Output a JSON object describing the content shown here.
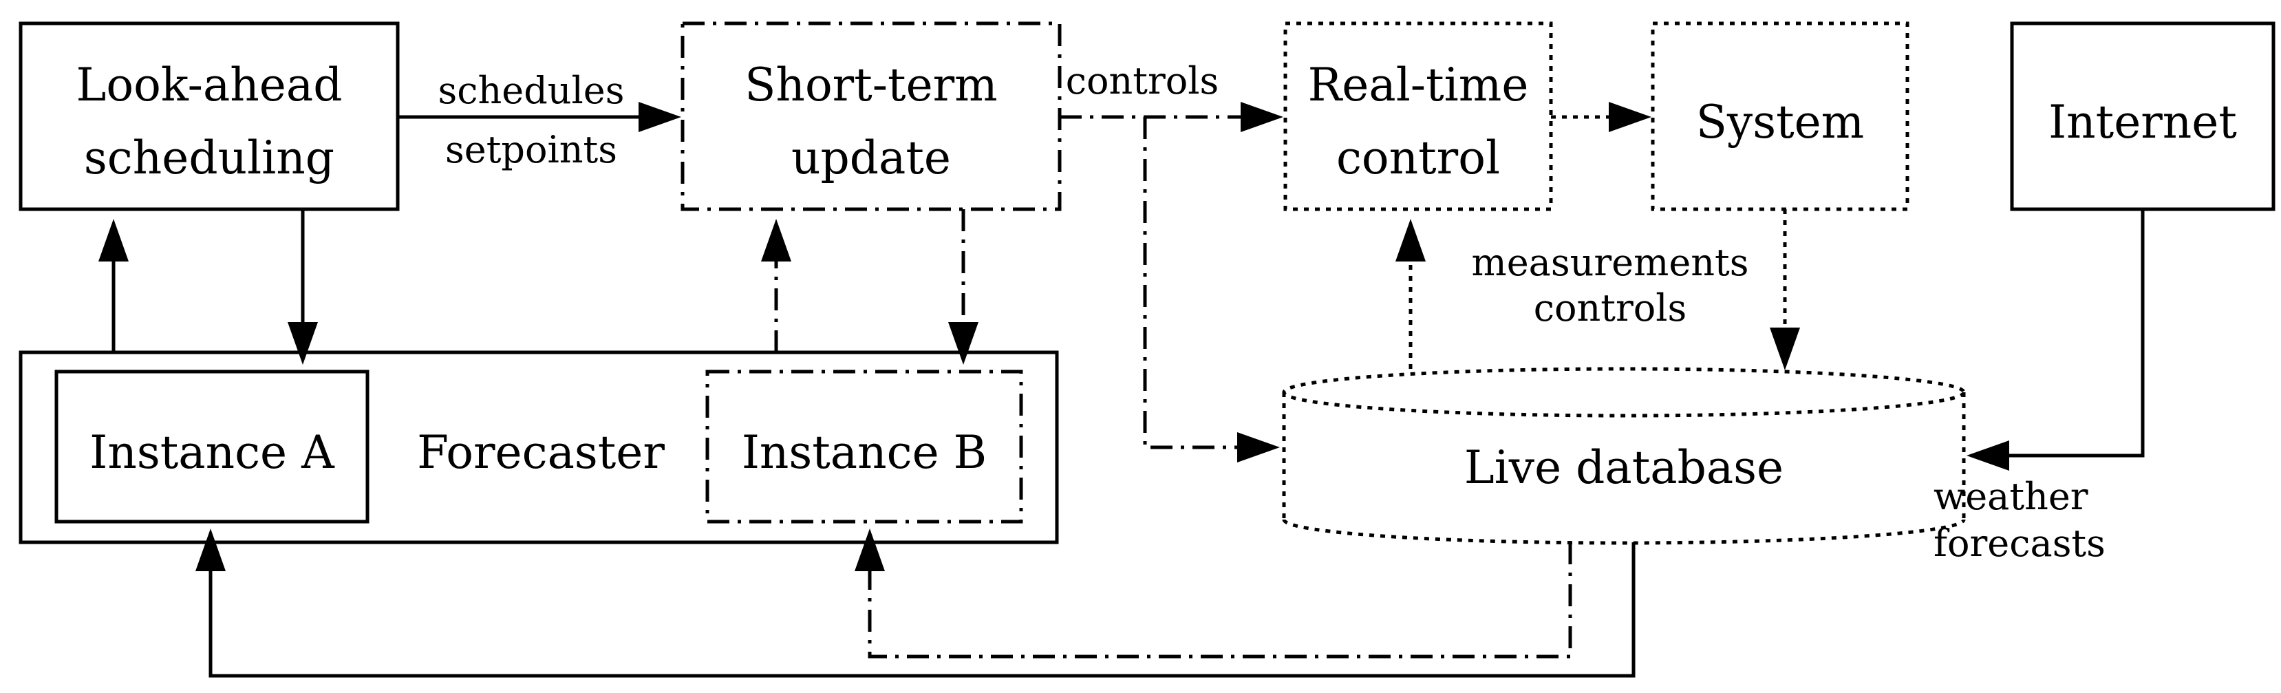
{
  "nodes": {
    "lookahead": {
      "line1": "Look-ahead",
      "line2": "scheduling"
    },
    "shortterm": {
      "line1": "Short-term",
      "line2": "update"
    },
    "realtime": {
      "line1": "Real-time",
      "line2": "control"
    },
    "system": {
      "label": "System"
    },
    "internet": {
      "label": "Internet"
    },
    "forecaster": {
      "label": "Forecaster"
    },
    "instance_a": {
      "label": "Instance A"
    },
    "instance_b": {
      "label": "Instance B"
    },
    "database": {
      "label": "Live database"
    }
  },
  "edges": {
    "schedules": "schedules",
    "setpoints": "setpoints",
    "controls_top": "controls",
    "measurements": "measurements",
    "controls_side": "controls",
    "weather": "weather",
    "forecasts": "forecasts"
  }
}
